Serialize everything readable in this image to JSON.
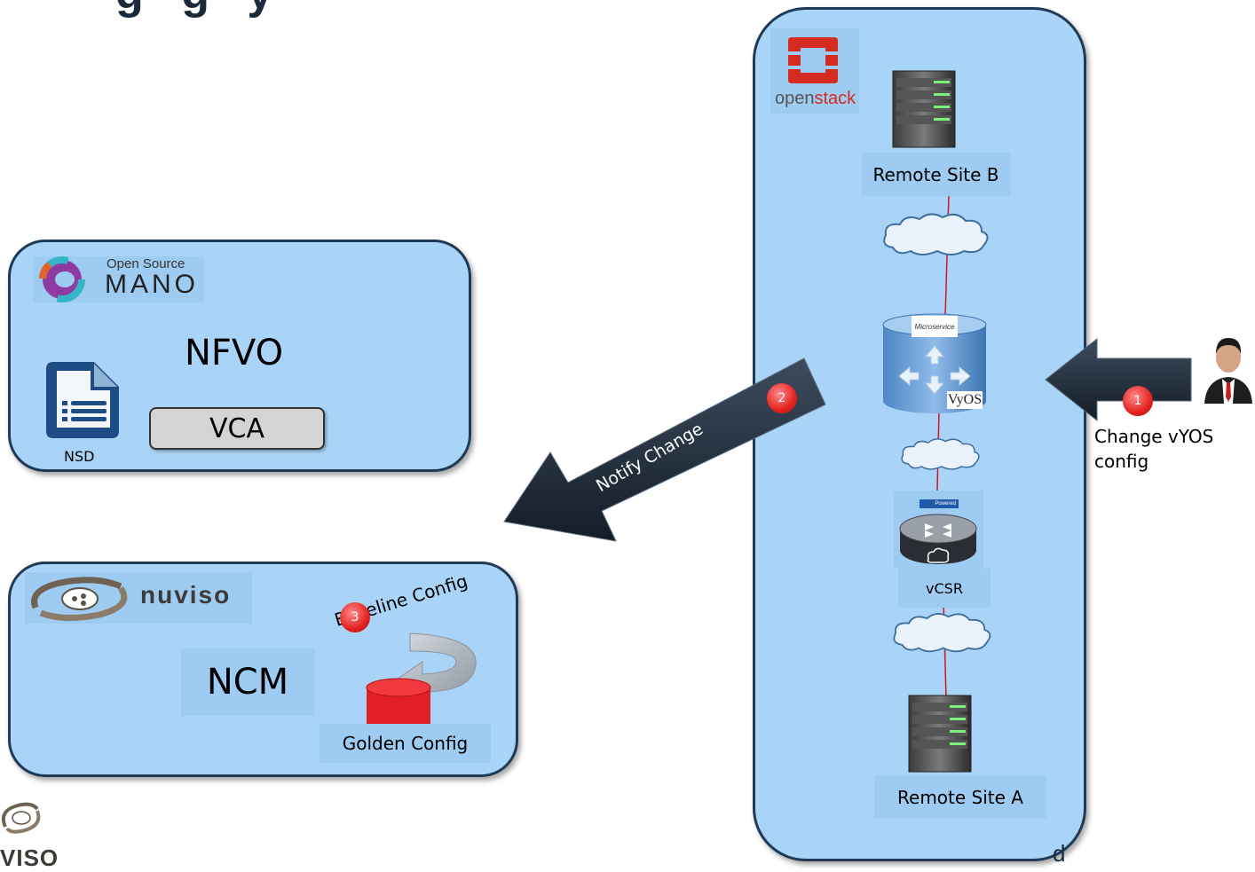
{
  "header": {
    "title_fragment": "g     g     y"
  },
  "osm": {
    "logo_small": "Open Source",
    "logo_big": "MANO",
    "title": "NFVO",
    "vca_label": "VCA",
    "nsd_label": "NSD"
  },
  "nuviso": {
    "logo_text": "nuviso",
    "title": "NCM",
    "baseline_label": "Baseline Config",
    "golden_label": "Golden Config",
    "step_badge": "3"
  },
  "openstack": {
    "logo_prefix": "open",
    "logo_suffix": "stack",
    "site_b": "Remote Site B",
    "site_a": "Remote Site A",
    "vcsr_label": "vCSR",
    "vyos_label": "VyOS",
    "microservice_label": "Microservice",
    "cisco_label": "Powered"
  },
  "arrows": {
    "notify_label": "Notify Change",
    "notify_badge": "2",
    "change_badge": "1",
    "change_line1": "Change vYOS",
    "change_line2": "config"
  },
  "footer": {
    "logo_fragment": "VISO",
    "right_fragment": "d"
  },
  "colors": {
    "panel_fill": "#a9d4f7",
    "panel_border": "#1f3a57",
    "label_fill": "#9ecbf2",
    "badge_red": "#e3231f",
    "arrow_dark": "#1e2a36",
    "cylinder_red": "#e01f26",
    "openstack_red": "#d42a1f"
  }
}
